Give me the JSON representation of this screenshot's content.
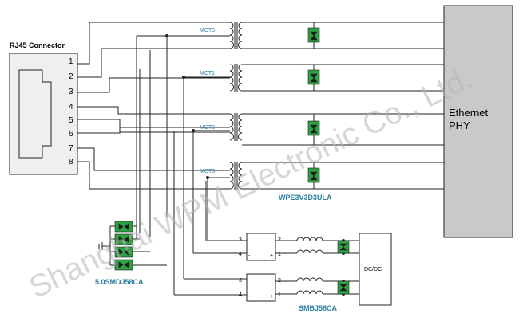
{
  "connector": {
    "title": "RJ45 Connector",
    "pins": [
      "1",
      "2",
      "3",
      "4",
      "5",
      "6",
      "7",
      "8"
    ]
  },
  "phy": {
    "line1": "Ethernet",
    "line2": "PHY"
  },
  "transformers": [
    "MCT0",
    "MCT1",
    "MCT2",
    "MCT3"
  ],
  "labels": {
    "tvs_array": "WPE3V3D3ULA",
    "surge_array": "5.0SMDJ58CA",
    "surge_dc": "SMBJ58CA",
    "dcdc": "DC/DC"
  },
  "bridge_pins": [
    "3",
    "4",
    "2",
    "1"
  ],
  "bridge_pin_marks": [
    "-",
    "+"
  ],
  "watermark": "Shanghai WPM Electronic Co., Ltd.",
  "colors": {
    "line": "#222222",
    "accent_label": "#2a7da0",
    "tvs_green": "#2ea043",
    "phy_fill": "#c9c9c9",
    "watermark": "#b5b5b5"
  }
}
